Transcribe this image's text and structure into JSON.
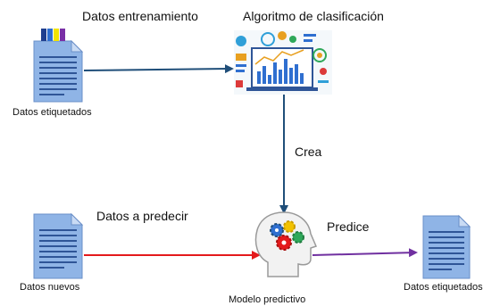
{
  "colors": {
    "doc_blue": "#8FB4E6",
    "doc_line": "#2F5597",
    "arrow_training": "#1F4E79",
    "arrow_create": "#1F4E79",
    "arrow_new_data": "#E41A1C",
    "arrow_predict": "#7030A0"
  },
  "icons": {
    "labeled_doc": "document-icon-with-color-tabs",
    "algorithm": "analytics-dashboard-icon",
    "new_doc": "document-icon",
    "model": "head-with-gears-icon",
    "output_doc": "document-icon"
  },
  "labels": {
    "training_data": "Datos entrenamiento",
    "algorithm": "Algoritmo de clasificación",
    "labeled_data": "Datos etiquetados",
    "creates": "Crea",
    "data_to_predict": "Datos a predecir",
    "predicts": "Predice",
    "new_data": "Datos nuevos",
    "model": "Modelo predictivo",
    "labeled_output": "Datos etiquetados"
  }
}
